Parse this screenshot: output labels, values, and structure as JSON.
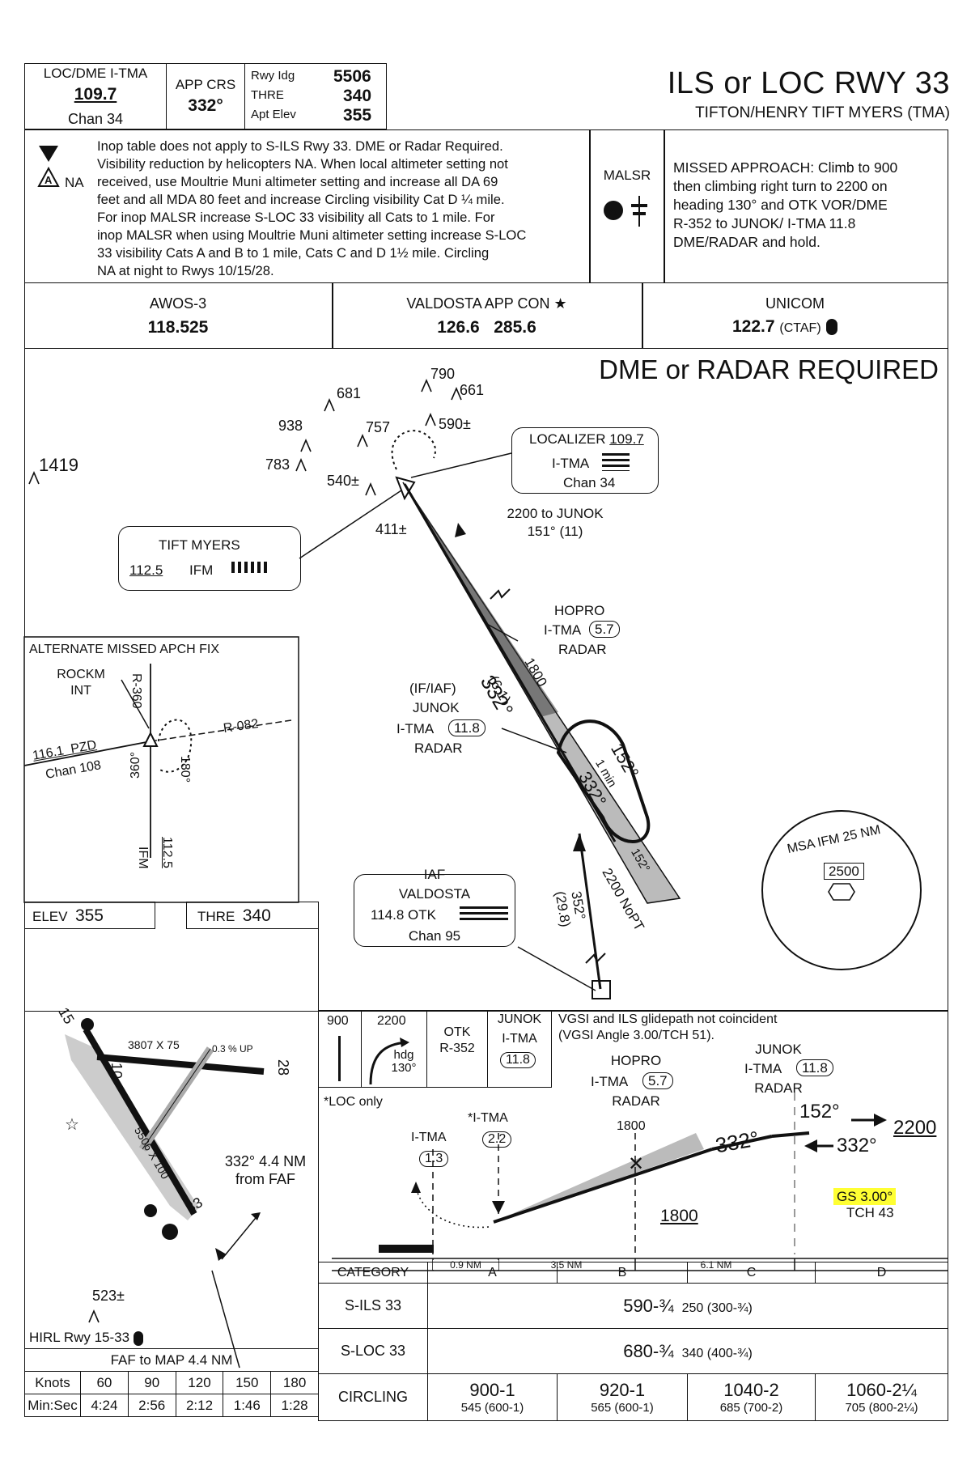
{
  "header": {
    "loc_dme_label": "LOC/DME I-TMA",
    "loc_freq": "109.7",
    "chan": "Chan 34",
    "app_crs_label": "APP CRS",
    "app_crs": "332°",
    "rwy_ldg_label": "Rwy Idg",
    "rwy_ldg": "5506",
    "thre_label": "THRE",
    "thre": "340",
    "apt_elev_label": "Apt Elev",
    "apt_elev": "355",
    "title": "ILS or LOC RWY 33",
    "subtitle": "TIFTON/HENRY TIFT MYERS (TMA)"
  },
  "notes": {
    "symbol_na": "NA",
    "text": "Inop table does not apply to S-ILS Rwy 33. DME or Radar Required.\nVisibility reduction by helicopters NA. When local altimeter setting not\nreceived, use Moultrie Muni altimeter setting and increase all DA 69\nfeet and all MDA 80 feet and increase Circling visibility Cat D ¼ mile.\nFor inop MALSR increase S-LOC 33 visibility all Cats to 1 mile. For\ninop MALSR when using Moultrie Muni altimeter setting increase S-LOC\n33 visibility Cats A and B to 1 mile, Cats C and D 1½ mile. Circling\nNA at night to Rwys 10/15/28.",
    "malsr": "MALSR",
    "missed_approach": "MISSED APPROACH: Climb to 900\nthen climbing right turn to 2200 on\nheading 130° and OTK VOR/DME\nR-352 to JUNOK/ I-TMA 11.8\nDME/RADAR and hold."
  },
  "comms": {
    "awos_label": "AWOS-3",
    "awos_freq": "118.525",
    "app_con_label": "VALDOSTA APP CON ★",
    "app_con_freq": "126.6   285.6",
    "unicom_label": "UNICOM",
    "unicom_freq": "122.7",
    "unicom_suffix": "(CTAF)"
  },
  "plan": {
    "banner": "DME or RADAR REQUIRED",
    "obstacles": [
      "1419",
      "938",
      "783",
      "681",
      "757",
      "790",
      "661",
      "590±",
      "540±",
      "411±"
    ],
    "loc_box": {
      "title": "LOCALIZER",
      "freq": "109.7",
      "ident": "I-TMA",
      "chan": "Chan 34"
    },
    "tift_box": {
      "title": "TIFT MYERS",
      "freq": "112.5",
      "ident": "IFM"
    },
    "missed_leg": "2200 to JUNOK\n151° (11)",
    "hopro": {
      "name": "HOPRO",
      "ident": "I-TMA",
      "dme": "5.7",
      "radar": "RADAR"
    },
    "junok": {
      "role": "(IF/IAF)",
      "name": "JUNOK",
      "ident": "I-TMA",
      "dme": "11.8",
      "radar": "RADAR"
    },
    "crs_label": "332°",
    "dist_label": "(6.1)",
    "alt_label": "1800",
    "hold_out": "152°",
    "hold_in": "332°",
    "hold_time": "1 min",
    "hold_side": "152°",
    "feeder_alt": "2200 NoPT",
    "feeder_crs": "352°",
    "feeder_dist": "(29.8)",
    "valdosta_box": {
      "role": "IAF",
      "name": "VALDOSTA",
      "freq": "114.8 OTK",
      "chan": "Chan 95"
    },
    "msa_label": "MSA IFM 25 NM",
    "msa_alt": "2500",
    "alt_fix": {
      "title": "ALTERNATE MISSED APCH FIX",
      "name": "ROCKM\nINT",
      "r360": "R-360",
      "r082": "R-082",
      "pzd": "116.1  PZD",
      "pzd_chan": "Chan 108",
      "deg180": "180°",
      "deg360": "360°",
      "ifm": "112.5",
      "ifm_id": "IFM"
    }
  },
  "airport": {
    "elev_label": "ELEV",
    "elev": "355",
    "thre_label": "THRE",
    "thre": "340",
    "rwy15": "15",
    "rwy33": "33",
    "rwy10": "10",
    "rwy28": "28",
    "dim1": "3807 X 75",
    "grad": "0.3 % UP",
    "dim2": "5506 X 100",
    "faf_note": "332° 4.4 NM\nfrom FAF",
    "obst": "523±",
    "hirl": "HIRL Rwy 15-33"
  },
  "profile": {
    "icons": {
      "alt1": "900",
      "alt2": "2200",
      "hdg": "hdg\n130°",
      "otk": "OTK\nR-352",
      "junok": "JUNOK",
      "junok_id": "I-TMA",
      "junok_dme": "11.8"
    },
    "vgsi_note": "VGSI and ILS glidepath not coincident\n(VGSI Angle 3.00/TCH 51).",
    "junok": {
      "name": "JUNOK",
      "ident": "I-TMA",
      "dme": "11.8",
      "radar": "RADAR"
    },
    "hopro": {
      "name": "HOPRO",
      "ident": "I-TMA",
      "dme": "5.7",
      "radar": "RADAR"
    },
    "loc_only": "*LOC only",
    "itma1": {
      "ident": "I-TMA",
      "dme": "1.3"
    },
    "itma2": {
      "ident": "*I-TMA",
      "dme": "2.2"
    },
    "alt_1800_top": "1800",
    "alt_1800": "1800",
    "crs_in": "332°",
    "hold_out": "152°",
    "hold_in": "332°",
    "hold_alt": "2200",
    "gs": "GS 3.00°",
    "tch": "TCH 43",
    "dist1": "0.9 NM",
    "dist2": "3.5 NM",
    "dist3": "6.1 NM"
  },
  "minimums": {
    "category_label": "CATEGORY",
    "cats": [
      "A",
      "B",
      "C",
      "D"
    ],
    "rows": [
      {
        "label": "S-ILS 33",
        "value": "590-¾",
        "sub": "250 (300-¾)"
      },
      {
        "label": "S-LOC 33",
        "value": "680-¾",
        "sub": "340 (400-¾)"
      }
    ],
    "circling_label": "CIRCLING",
    "circling": [
      {
        "value": "900-1",
        "sub": "545 (600-1)"
      },
      {
        "value": "920-1",
        "sub": "565 (600-1)"
      },
      {
        "value": "1040-2",
        "sub": "685 (700-2)"
      },
      {
        "value": "1060-2¼",
        "sub": "705 (800-2¼)"
      }
    ]
  },
  "timing": {
    "title": "FAF to MAP  4.4 NM",
    "knots_label": "Knots",
    "knots": [
      "60",
      "90",
      "120",
      "150",
      "180"
    ],
    "minsec_label": "Min:Sec",
    "times": [
      "4:24",
      "2:56",
      "2:12",
      "1:46",
      "1:28"
    ]
  }
}
